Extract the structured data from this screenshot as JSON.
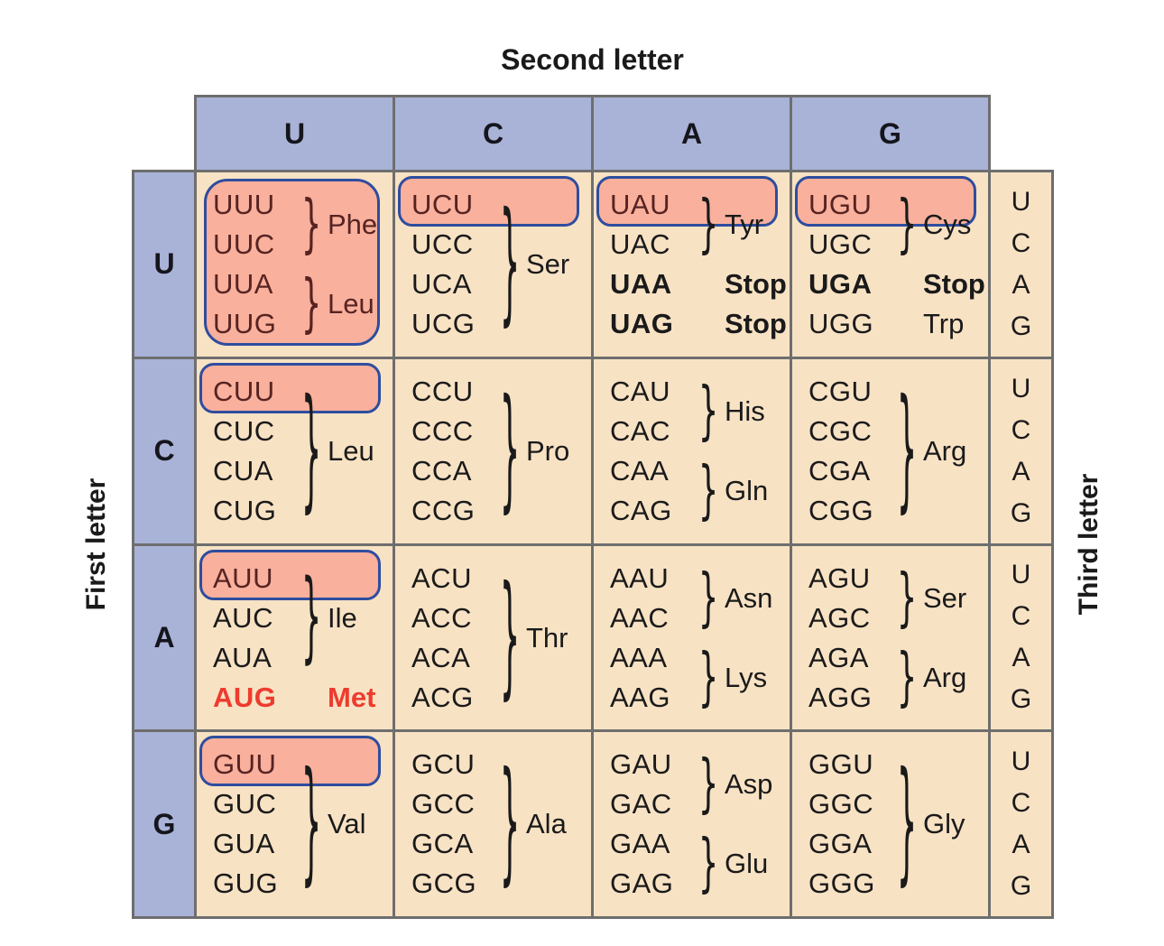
{
  "labels": {
    "second_letter": "Second letter",
    "first_letter": "First letter",
    "third_letter": "Third letter"
  },
  "colors": {
    "lavender": "#a9b3d8",
    "tan": "#f8e2c4",
    "salmon": "#f9b09c",
    "hlborder": "#2e4d9e",
    "maroon": "#572322",
    "red": "#ee3b2e",
    "grid": "#6e6e6e",
    "ink": "#1a1a1a"
  },
  "column_headers": [
    "U",
    "C",
    "A",
    "G"
  ],
  "row_headers": [
    "U",
    "C",
    "A",
    "G"
  ],
  "third_letters": [
    "U",
    "C",
    "A",
    "G"
  ],
  "cells": [
    {
      "row": "U",
      "col": "U",
      "highlight": "full",
      "groups": [
        {
          "codons": [
            "UUU",
            "UUC"
          ],
          "brace": true,
          "name": "Phe"
        },
        {
          "codons": [
            "UUA",
            "UUG"
          ],
          "brace": true,
          "name": "Leu"
        }
      ]
    },
    {
      "row": "U",
      "col": "C",
      "highlight": "line1",
      "groups": [
        {
          "codons": [
            "UCU",
            "UCC",
            "UCA",
            "UCG"
          ],
          "codon_styles": [
            "maroon",
            "",
            "",
            ""
          ],
          "brace": true,
          "name": "Ser"
        }
      ]
    },
    {
      "row": "U",
      "col": "A",
      "highlight": "line1",
      "groups": [
        {
          "codons": [
            "UAU",
            "UAC"
          ],
          "codon_styles": [
            "maroon",
            ""
          ],
          "brace": true,
          "name": "Tyr"
        },
        {
          "codons": [
            "UAA"
          ],
          "codon_styles": [
            "bold"
          ],
          "brace": false,
          "name": "Stop",
          "name_style": "bold"
        },
        {
          "codons": [
            "UAG"
          ],
          "codon_styles": [
            "bold"
          ],
          "brace": false,
          "name": "Stop",
          "name_style": "bold"
        }
      ]
    },
    {
      "row": "U",
      "col": "G",
      "highlight": "line1",
      "groups": [
        {
          "codons": [
            "UGU",
            "UGC"
          ],
          "codon_styles": [
            "maroon",
            ""
          ],
          "brace": true,
          "name": "Cys"
        },
        {
          "codons": [
            "UGA"
          ],
          "codon_styles": [
            "bold"
          ],
          "brace": false,
          "name": "Stop",
          "name_style": "bold"
        },
        {
          "codons": [
            "UGG"
          ],
          "brace": false,
          "name": "Trp"
        }
      ]
    },
    {
      "row": "C",
      "col": "U",
      "highlight": "line1",
      "groups": [
        {
          "codons": [
            "CUU",
            "CUC",
            "CUA",
            "CUG"
          ],
          "codon_styles": [
            "maroon",
            "",
            "",
            ""
          ],
          "brace": true,
          "name": "Leu"
        }
      ]
    },
    {
      "row": "C",
      "col": "C",
      "highlight": null,
      "groups": [
        {
          "codons": [
            "CCU",
            "CCC",
            "CCA",
            "CCG"
          ],
          "brace": true,
          "name": "Pro"
        }
      ]
    },
    {
      "row": "C",
      "col": "A",
      "highlight": null,
      "groups": [
        {
          "codons": [
            "CAU",
            "CAC"
          ],
          "brace": true,
          "name": "His"
        },
        {
          "codons": [
            "CAA",
            "CAG"
          ],
          "brace": true,
          "name": "Gln"
        }
      ]
    },
    {
      "row": "C",
      "col": "G",
      "highlight": null,
      "groups": [
        {
          "codons": [
            "CGU",
            "CGC",
            "CGA",
            "CGG"
          ],
          "brace": true,
          "name": "Arg"
        }
      ]
    },
    {
      "row": "A",
      "col": "U",
      "highlight": "line1",
      "groups": [
        {
          "codons": [
            "AUU",
            "AUC",
            "AUA"
          ],
          "codon_styles": [
            "maroon",
            "",
            ""
          ],
          "brace": true,
          "name": "Ile"
        },
        {
          "codons": [
            "AUG"
          ],
          "codon_styles": [
            "red"
          ],
          "brace": false,
          "name": "Met",
          "name_style": "red"
        }
      ]
    },
    {
      "row": "A",
      "col": "C",
      "highlight": null,
      "groups": [
        {
          "codons": [
            "ACU",
            "ACC",
            "ACA",
            "ACG"
          ],
          "brace": true,
          "name": "Thr"
        }
      ]
    },
    {
      "row": "A",
      "col": "A",
      "highlight": null,
      "groups": [
        {
          "codons": [
            "AAU",
            "AAC"
          ],
          "brace": true,
          "name": "Asn"
        },
        {
          "codons": [
            "AAA",
            "AAG"
          ],
          "brace": true,
          "name": "Lys"
        }
      ]
    },
    {
      "row": "A",
      "col": "G",
      "highlight": null,
      "groups": [
        {
          "codons": [
            "AGU",
            "AGC"
          ],
          "brace": true,
          "name": "Ser"
        },
        {
          "codons": [
            "AGA",
            "AGG"
          ],
          "brace": true,
          "name": "Arg"
        }
      ]
    },
    {
      "row": "G",
      "col": "U",
      "highlight": "line1",
      "groups": [
        {
          "codons": [
            "GUU",
            "GUC",
            "GUA",
            "GUG"
          ],
          "codon_styles": [
            "maroon",
            "",
            "",
            ""
          ],
          "brace": true,
          "name": "Val"
        }
      ]
    },
    {
      "row": "G",
      "col": "C",
      "highlight": null,
      "groups": [
        {
          "codons": [
            "GCU",
            "GCC",
            "GCA",
            "GCG"
          ],
          "brace": true,
          "name": "Ala"
        }
      ]
    },
    {
      "row": "G",
      "col": "A",
      "highlight": null,
      "groups": [
        {
          "codons": [
            "GAU",
            "GAC"
          ],
          "brace": true,
          "name": "Asp"
        },
        {
          "codons": [
            "GAA",
            "GAG"
          ],
          "brace": true,
          "name": "Glu"
        }
      ]
    },
    {
      "row": "G",
      "col": "G",
      "highlight": null,
      "groups": [
        {
          "codons": [
            "GGU",
            "GGC",
            "GGA",
            "GGG"
          ],
          "brace": true,
          "name": "Gly"
        }
      ]
    }
  ]
}
